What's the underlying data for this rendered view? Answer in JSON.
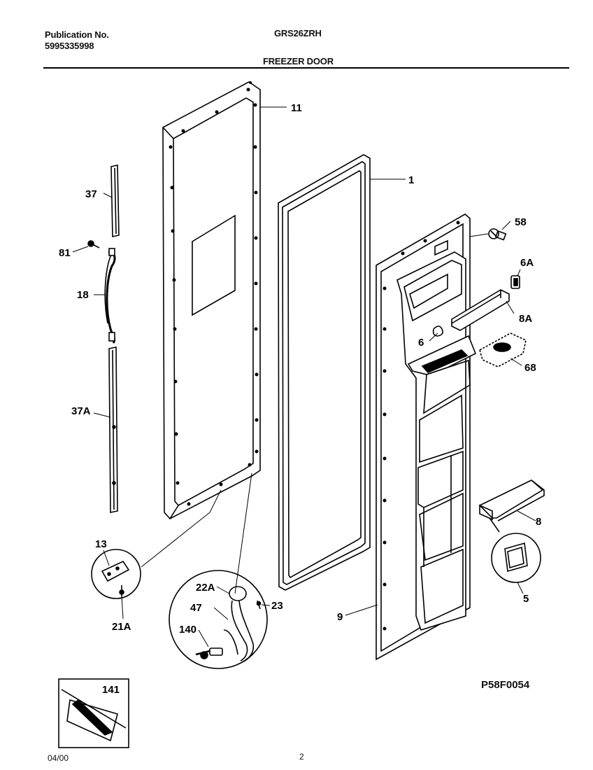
{
  "header": {
    "publication_label": "Publication No.",
    "publication_number": "5995335998",
    "model": "GRS26ZRH",
    "section_title": "FREEZER DOOR"
  },
  "callouts": {
    "p11": "11",
    "p1": "1",
    "p37": "37",
    "p81": "81",
    "p18": "18",
    "p37a": "37A",
    "p58": "58",
    "p6a": "6A",
    "p8a": "8A",
    "p6": "6",
    "p68": "68",
    "p8": "8",
    "p5": "5",
    "p9": "9",
    "p13": "13",
    "p21a": "21A",
    "p22a": "22A",
    "p47": "47",
    "p23": "23",
    "p140": "140",
    "p141": "141"
  },
  "footer": {
    "date": "04/00",
    "page": "2",
    "figure_code": "P58F0054"
  }
}
